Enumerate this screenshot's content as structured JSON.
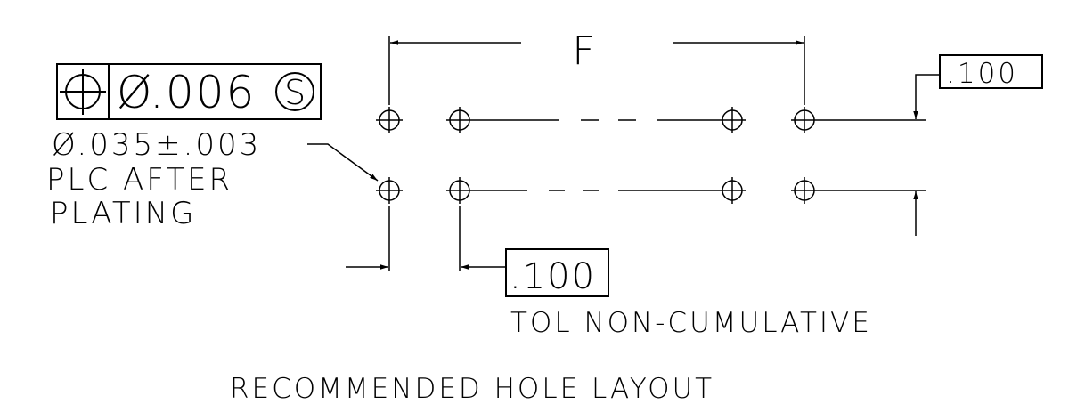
{
  "title": "RECOMMENDED HOLE LAYOUT",
  "dimension_f": "F",
  "fcf": {
    "symbol": "position-icon",
    "value_prefix": "Ø",
    "value": ".006",
    "modifier": "S"
  },
  "hole_callout": {
    "size": "Ø.035±.003",
    "line2": "PLC AFTER",
    "line3": "PLATING"
  },
  "row_spacing": ".100",
  "pitch": ".100",
  "tolerance_note": "TOL NON-CUMULATIVE"
}
